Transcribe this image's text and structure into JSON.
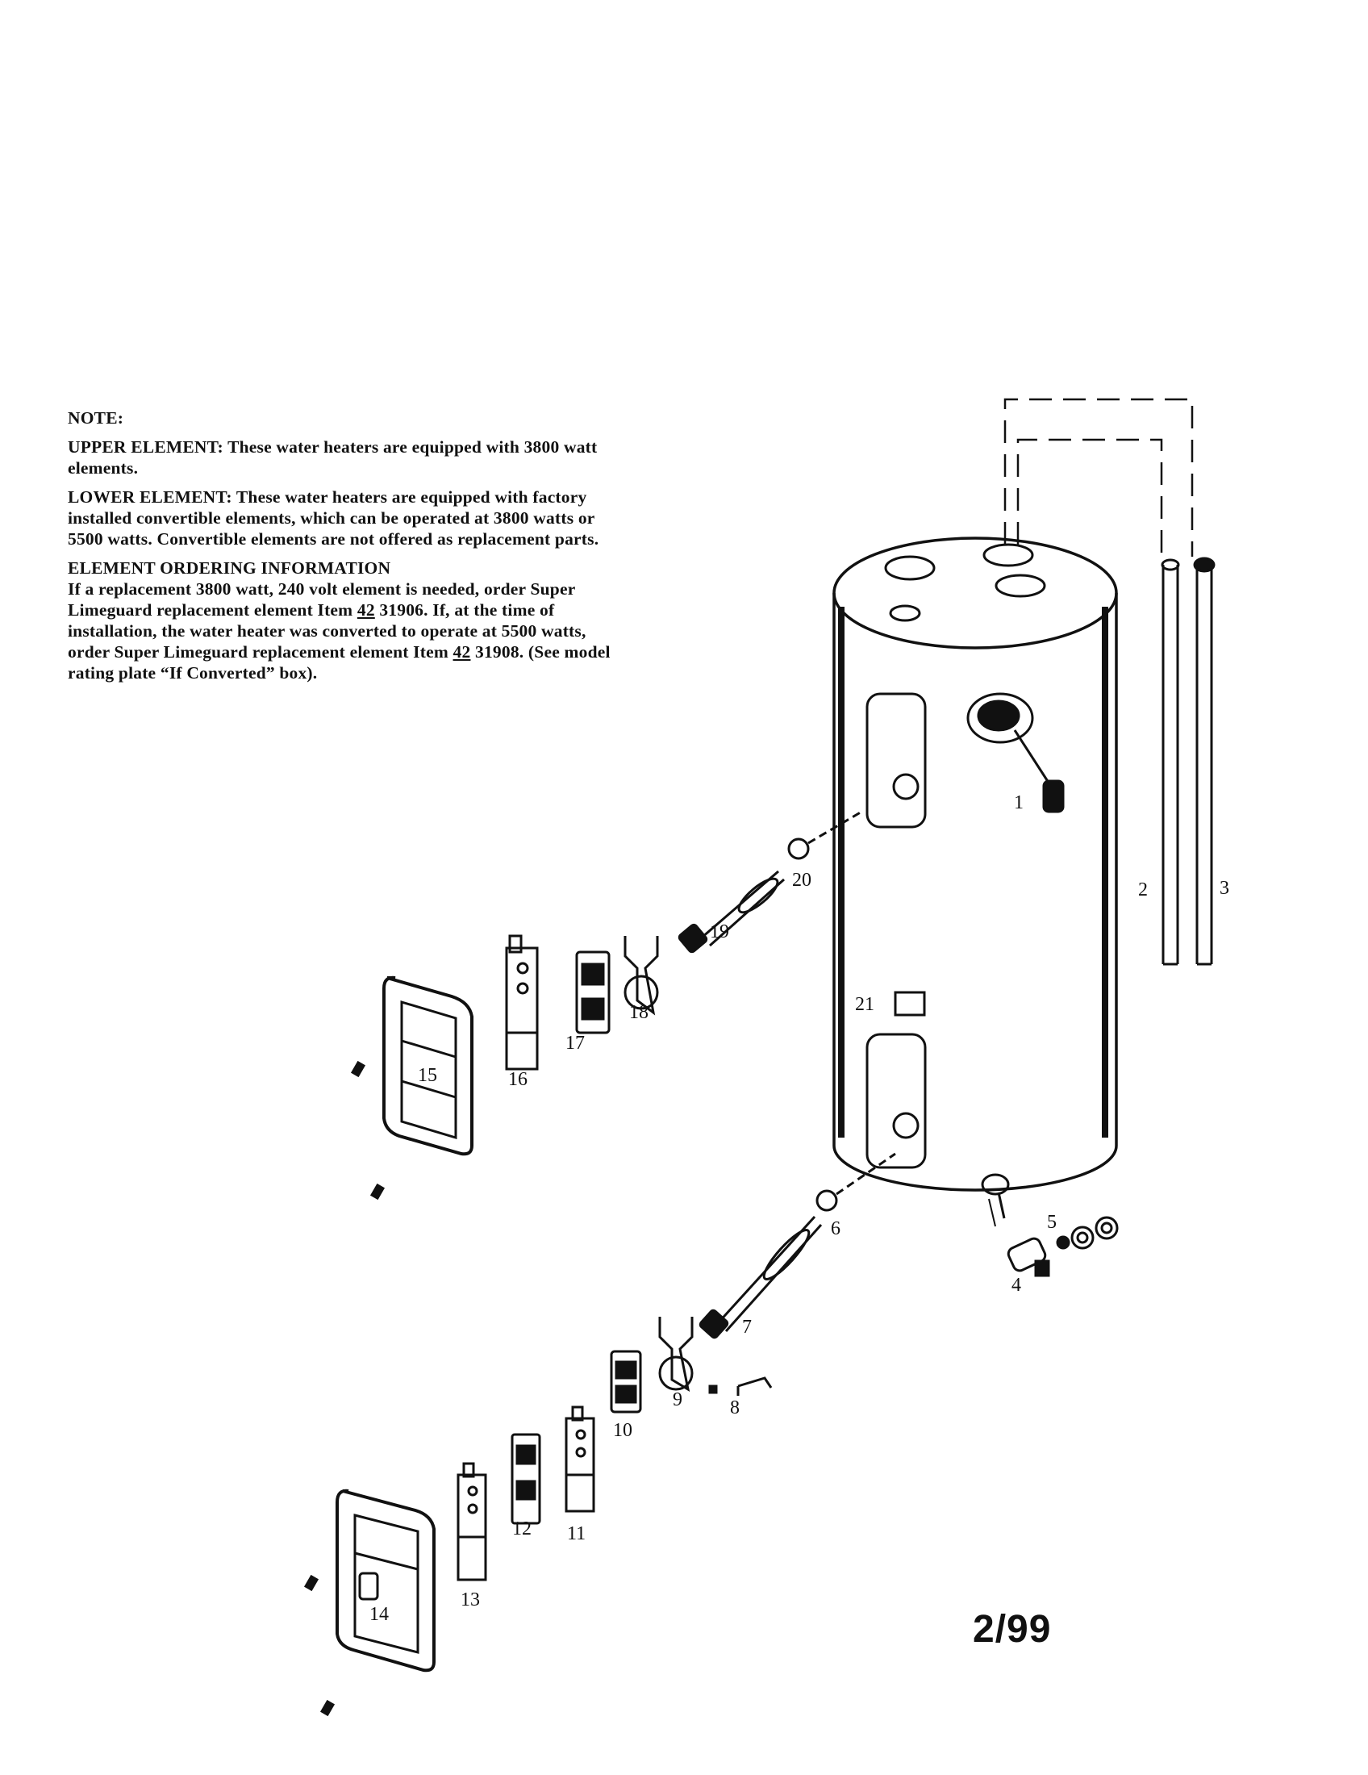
{
  "note": {
    "heading": "NOTE:",
    "upper_element": "UPPER ELEMENT: These water heaters are equipped with 3800 watt elements.",
    "lower_element": "LOWER ELEMENT: These water heaters are equipped with factory installed convertible elements, which can be operated at 3800 watts or 5500 watts. Convertible elements are not offered as replacement parts.",
    "ordering_heading": "ELEMENT ORDERING INFORMATION",
    "ordering_1": "If a replacement 3800 watt, 240 volt element is needed, order Super Limeguard replacement element Item",
    "item_code_1": "42",
    "ordering_2": "31906. If, at the time of installation, the water heater was converted to operate at 5500 watts, order Super Limeguard replacement element Item",
    "item_code_2": "42",
    "ordering_3": "31908. (See model rating plate “If Converted” box)."
  },
  "part_labels": {
    "p1": "1",
    "p2": "2",
    "p3": "3",
    "p4": "4",
    "p5": "5",
    "p6": "6",
    "p7": "7",
    "p8": "8",
    "p9": "9",
    "p10": "10",
    "p11": "11",
    "p12": "12",
    "p13": "13",
    "p14": "14",
    "p15": "15",
    "p16": "16",
    "p17": "17",
    "p18": "18",
    "p19": "19",
    "p20": "20",
    "p21": "21"
  },
  "date_mark": "2/99"
}
